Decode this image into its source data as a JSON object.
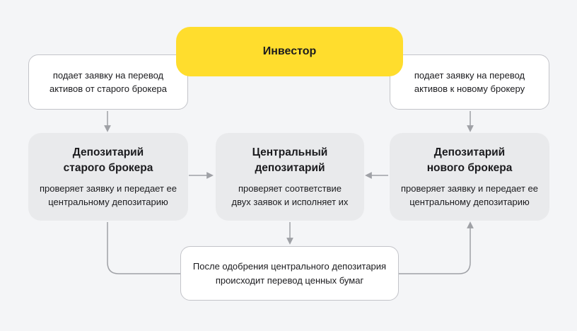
{
  "colors": {
    "bg": "#F4F5F7",
    "accent": "#FFDD2D",
    "panel": "#E9EAEC",
    "border": "#C3C4C9",
    "arrow": "#9FA1A6",
    "text": "#1B1B1E"
  },
  "diagram": {
    "investor": {
      "label": "Инвестор"
    },
    "note_left": {
      "text": "подает заявку на перевод\nактивов от старого брокера"
    },
    "note_right": {
      "text": "подает заявку на перевод\nактивов к новому брокеру"
    },
    "dep_old": {
      "title": "Депозитарий\nстарого брокера",
      "body": "проверяет заявку и передает ее\nцентральному депозитарию"
    },
    "dep_central": {
      "title": "Центральный\nдепозитарий",
      "body": "проверяет соответствие\nдвух заявок и исполняет их"
    },
    "dep_new": {
      "title": "Депозитарий\nнового брокера",
      "body": "проверяет заявку и передает ее\nцентральному депозитарию"
    },
    "result": {
      "text": "После одобрения центрального депозитария\nпроисходит перевод ценных бумаг"
    },
    "edges": [
      {
        "from": "note_left",
        "to": "dep_old",
        "arrowhead": true
      },
      {
        "from": "note_right",
        "to": "dep_new",
        "arrowhead": true
      },
      {
        "from": "dep_old",
        "to": "dep_central",
        "arrowhead": true
      },
      {
        "from": "dep_new",
        "to": "dep_central",
        "arrowhead": true
      },
      {
        "from": "dep_central",
        "to": "result",
        "arrowhead": true
      },
      {
        "from": "dep_old",
        "to": "result",
        "arrowhead": false
      },
      {
        "from": "result",
        "to": "dep_new",
        "arrowhead": true
      }
    ]
  }
}
